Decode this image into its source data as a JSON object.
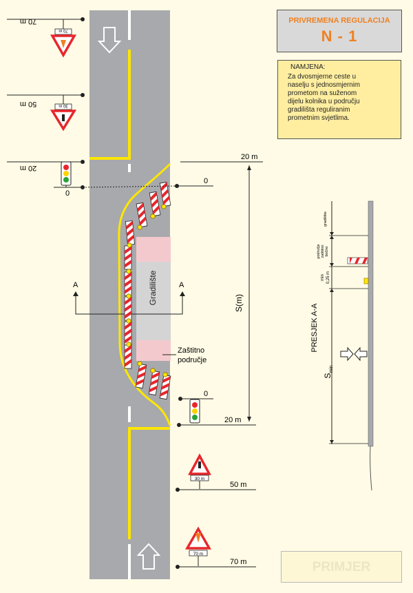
{
  "title": {
    "line1": "PRIVREMENA REGULACIJA",
    "line2": "N - 1"
  },
  "purpose": {
    "heading": "NAMJENA:",
    "lines": [
      "Za dvosmjerne ceste u",
      "naselju s jednosmjernim",
      "prometom na suženom",
      "dijelu kolnika u području",
      "gradilišta reguliranim",
      "prometnim svjetlima."
    ]
  },
  "example_label": "PRIMJER",
  "plan": {
    "left_distances": [
      "70 m",
      "50 m",
      "20 m",
      "0"
    ],
    "left_sign_texts": [
      "70 m",
      "30 m"
    ],
    "right_distances": [
      "20 m",
      "0",
      "0",
      "20 m",
      "50 m",
      "70 m"
    ],
    "right_sign_texts": [
      "30 m",
      "70 m"
    ],
    "section_marker": "A",
    "work_zone_label": "Gradilište",
    "protection_zone_label": [
      "Zaštitno",
      "područje"
    ],
    "length_label": "S(m)"
  },
  "cross_section": {
    "title": "PRESJEK A-A",
    "labels": {
      "worksite": "gradilište",
      "side_protection": [
        "bočno",
        "zaštitno",
        "područje"
      ],
      "min_gap": [
        "min",
        "0,25 m"
      ],
      "smin_main": "S",
      "smin_sub": "min"
    }
  },
  "colors": {
    "road": "#a7a9ac",
    "marking_yellow": "#ffe600",
    "accent_orange": "#f08020",
    "barrier_red": "#e8262c"
  },
  "icons": [
    "traffic-light-icon",
    "roadwork-warning-sign-icon",
    "barrier-icon",
    "warning-lamp-icon",
    "direction-arrow-icon"
  ]
}
